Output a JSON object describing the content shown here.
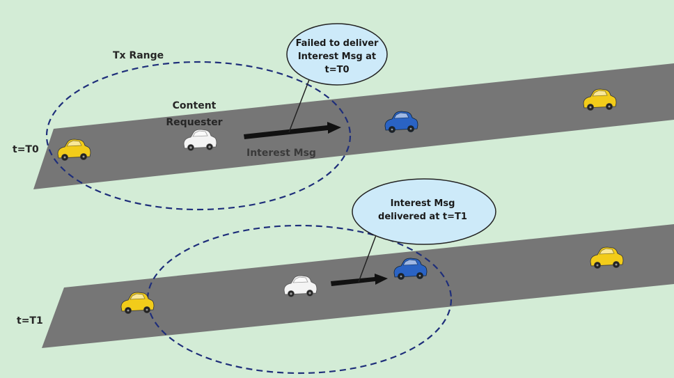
{
  "colors": {
    "background": "#d3ecd6",
    "road": "#767676",
    "range_circle": "#1e2e7a",
    "callout_fill": "#cdeaf9",
    "arrow": "#111111",
    "car_yellow": "#f2cc1a",
    "car_blue": "#2a63c4",
    "car_white": "#f4f4f4"
  },
  "labels": {
    "tx_range": "Tx Range",
    "t0": "t=T0",
    "t1": "t=T1",
    "content_requester": [
      "Content",
      "Requester"
    ],
    "interest_msg": "Interest Msg"
  },
  "callouts": {
    "failed": [
      "Failed to deliver",
      "Interest Msg at",
      "t=T0"
    ],
    "delivered": [
      "Interest Msg",
      "delivered at t=T1"
    ]
  },
  "icons": [
    "car-icon",
    "arrow-icon"
  ]
}
